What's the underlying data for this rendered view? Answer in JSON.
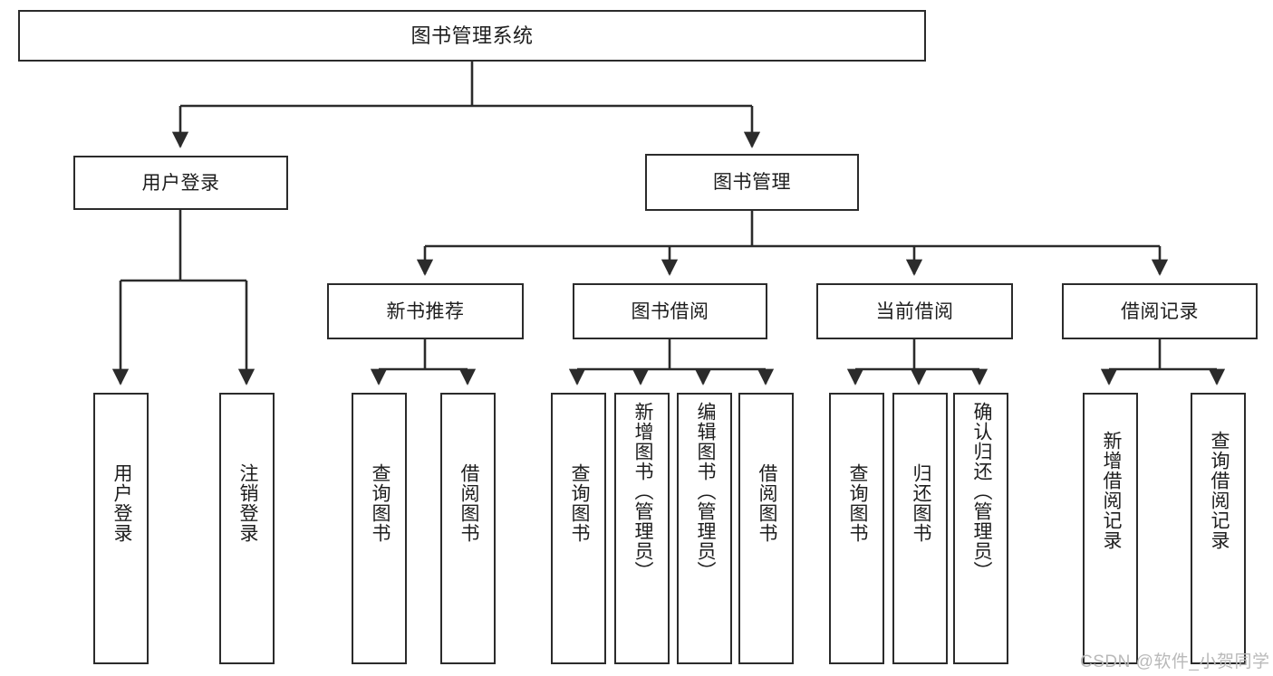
{
  "diagram": {
    "title": "图书管理系统",
    "type": "function-structure-tree",
    "stroke_color": "#2b2b2b",
    "fill_color": "#ffffff",
    "text_color": "#1d1d1d",
    "watermark_color": "#b9b9b9"
  },
  "nodes": {
    "root": {
      "label": "图书管理系统"
    },
    "level2": [
      {
        "id": "user-login",
        "label": "用户登录"
      },
      {
        "id": "book-manage",
        "label": "图书管理"
      }
    ],
    "level3": [
      {
        "id": "new-book-recommend",
        "label": "新书推荐"
      },
      {
        "id": "book-borrow",
        "label": "图书借阅"
      },
      {
        "id": "current-borrow",
        "label": "当前借阅"
      },
      {
        "id": "borrow-record",
        "label": "借阅记录"
      }
    ],
    "leaves": {
      "user_login": [
        {
          "id": "leaf-user-login",
          "label": "用户登录"
        },
        {
          "id": "leaf-logout-login",
          "label": "注销登录"
        }
      ],
      "new_book_recommend": [
        {
          "id": "leaf-query-book-1",
          "label": "查询图书"
        },
        {
          "id": "leaf-borrow-book-1",
          "label": "借阅图书"
        }
      ],
      "book_borrow": [
        {
          "id": "leaf-query-book-2",
          "label": "查询图书"
        },
        {
          "id": "leaf-add-book",
          "label": "新增图书（管理员）"
        },
        {
          "id": "leaf-edit-book",
          "label": "编辑图书（管理员）"
        },
        {
          "id": "leaf-borrow-book-2",
          "label": "借阅图书"
        }
      ],
      "current_borrow": [
        {
          "id": "leaf-query-book-3",
          "label": "查询图书"
        },
        {
          "id": "leaf-return-book",
          "label": "归还图书"
        },
        {
          "id": "leaf-confirm-return",
          "label": "确认归还（管理员）"
        }
      ],
      "borrow_record": [
        {
          "id": "leaf-add-record",
          "label": "新增借阅记录"
        },
        {
          "id": "leaf-query-record",
          "label": "查询借阅记录"
        }
      ]
    }
  },
  "watermark": {
    "text": "CSDN @软件_小贺同学"
  }
}
